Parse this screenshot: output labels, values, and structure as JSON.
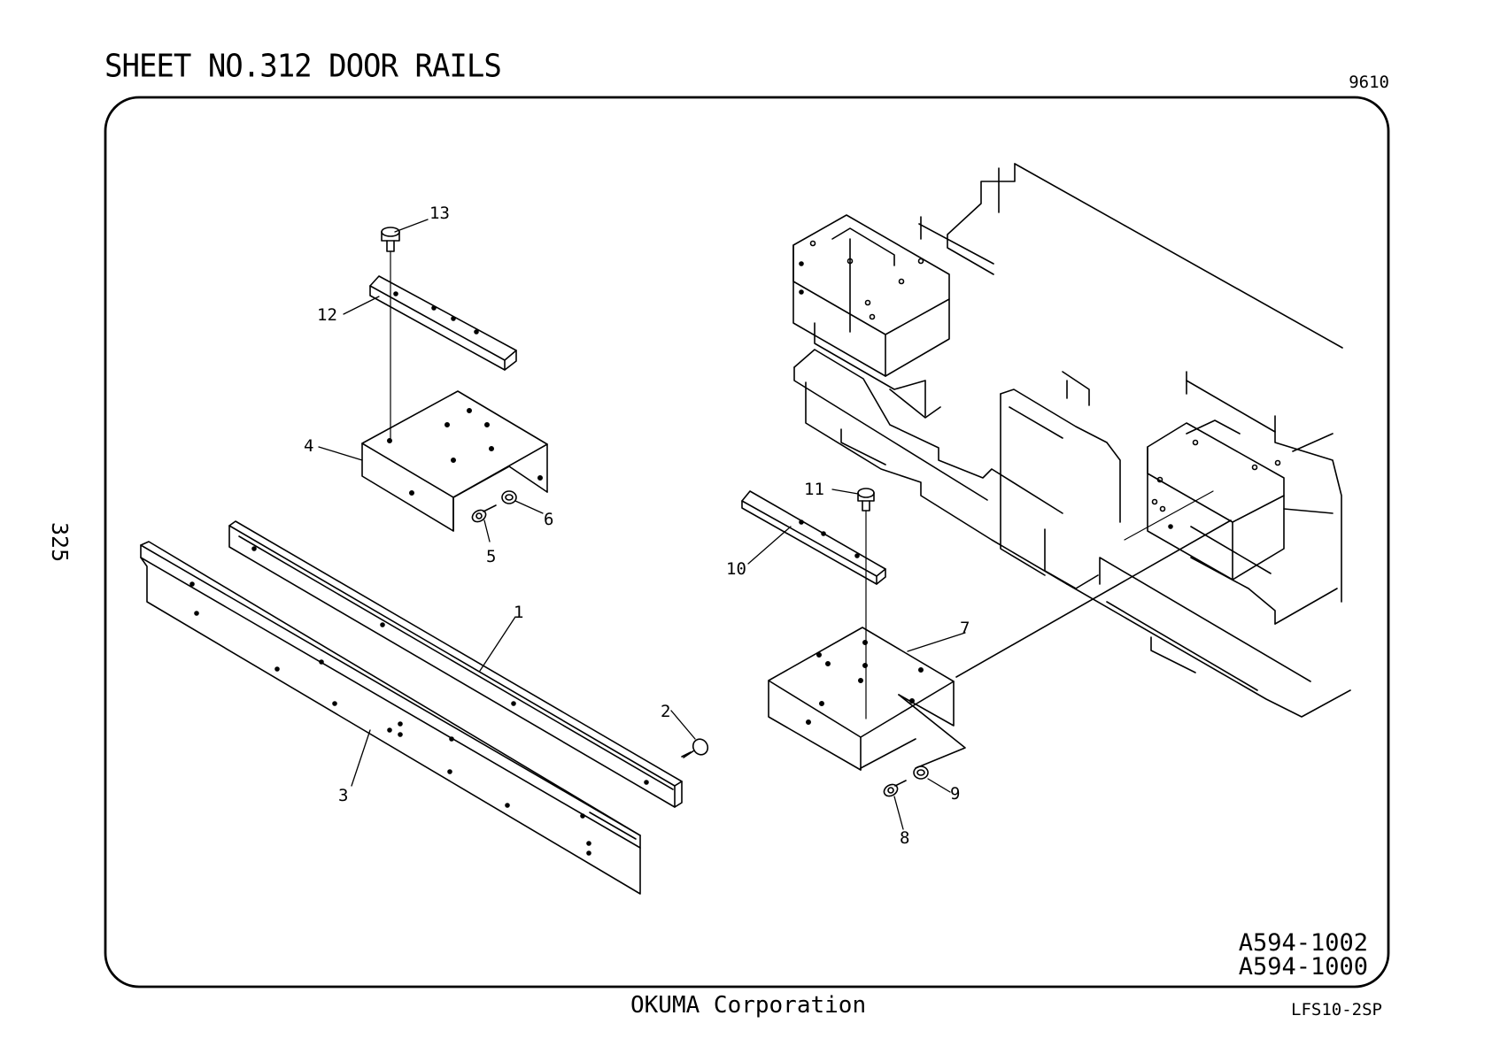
{
  "header": {
    "title": "SHEET NO.312  DOOR RAILS",
    "sheet_code": "9610",
    "page_number": "325"
  },
  "footer": {
    "company": "OKUMA Corporation",
    "model": "LFS10-2SP",
    "drawing_numbers": [
      "A594-1002",
      "A594-1000"
    ]
  },
  "callouts": {
    "c1": "1",
    "c2": "2",
    "c3": "3",
    "c4": "4",
    "c5": "5",
    "c6": "6",
    "c7": "7",
    "c8": "8",
    "c9": "9",
    "c10": "10",
    "c11": "11",
    "c12": "12",
    "c13": "13"
  }
}
